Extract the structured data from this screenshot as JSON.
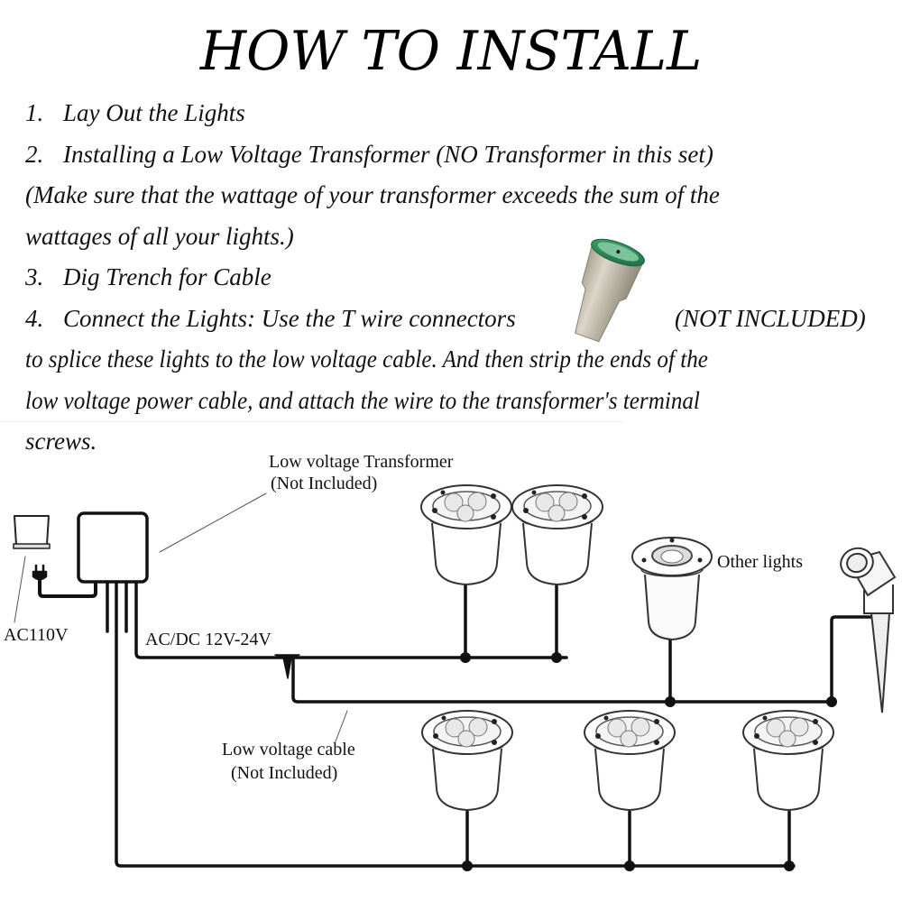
{
  "title": "HOW TO INSTALL",
  "steps": [
    {
      "num": "1.",
      "text": "Lay Out the Lights"
    },
    {
      "num": "2.",
      "text": "Installing a Low Voltage Transformer (NO Transformer in this set)"
    },
    {
      "num": "",
      "text": "(Make sure that the wattage of your transformer exceeds the sum of the"
    },
    {
      "num": "",
      "text": "wattages of all your lights.)"
    },
    {
      "num": "3.",
      "text": "Dig Trench for Cable"
    },
    {
      "num": "4.",
      "text": "Connect the Lights: Use the T wire connectors"
    },
    {
      "num": "",
      "text": "to splice these lights to the low voltage cable. And then strip the ends of the"
    },
    {
      "num": "",
      "text": "low voltage power cable, and attach the wire to the transformer's terminal"
    },
    {
      "num": "",
      "text": "screws."
    }
  ],
  "connector_note": "(NOT INCLUDED)",
  "connector_icon": "wire-connector-icon",
  "diagram": {
    "transformer_label_line1": "Low voltage Transformer",
    "transformer_label_line2": "(Not Included)",
    "ac_label": "AC110V",
    "output_label": "AC/DC 12V-24V",
    "cable_label_line1": "Low voltage cable",
    "cable_label_line2": "(Not Included)",
    "other_lights_label": "Other lights",
    "colors": {
      "wire": "#111111",
      "connector_green": "#2e8b57",
      "connector_body": "#c9c3b4",
      "light_outline": "#333333"
    }
  }
}
